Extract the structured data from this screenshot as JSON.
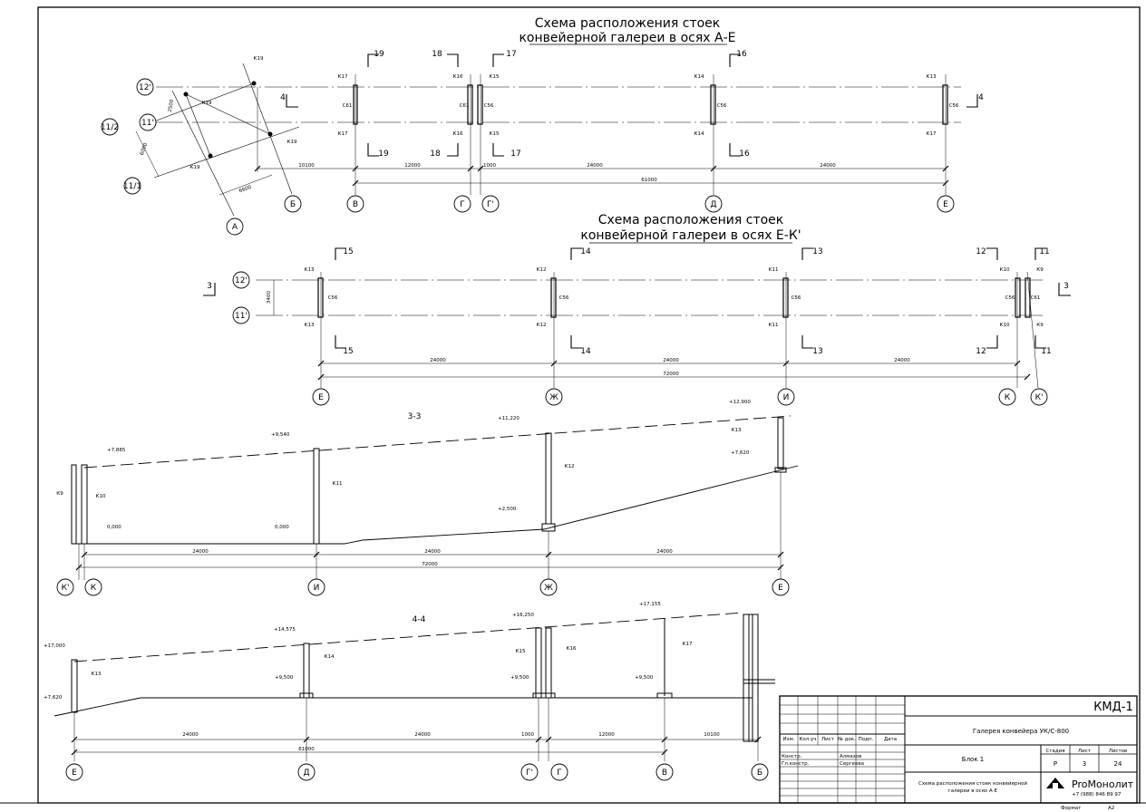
{
  "plan1": {
    "title_line1": "Схема расположения стоек",
    "title_line2": "конвейерной галереи в осях А-Е",
    "row_labels": [
      "12'",
      "11'",
      "11/2",
      "11/1"
    ],
    "axis_labels": [
      "В",
      "Г",
      "Г'",
      "Д",
      "Е"
    ],
    "oblique_axes": [
      "А",
      "Б"
    ],
    "section_marks_top": [
      "19",
      "18",
      "17",
      "16"
    ],
    "section_marks_bottom": [
      "19",
      "18",
      "17",
      "16"
    ],
    "side_mark": "4",
    "col_tags_top": [
      "К17",
      "К16",
      "К15",
      "К14",
      "К13"
    ],
    "col_tags_bottom": [
      "К17",
      "К16",
      "К15",
      "К14",
      "К17"
    ],
    "beam_tags": [
      "С61",
      "С61",
      "С56",
      "С56",
      "С56"
    ],
    "oblique_tags": [
      "К19",
      "К19",
      "К19",
      "К19"
    ],
    "oblique_dims": [
      "2500",
      "6000",
      "6600"
    ],
    "dims": [
      "10100",
      "12000",
      "1000",
      "24000",
      "24000"
    ],
    "total": "61000"
  },
  "plan2": {
    "title_line1": "Схема расположения стоек",
    "title_line2": "конвейерной галереи в осях Е-К'",
    "row_labels": [
      "12'",
      "11'"
    ],
    "axis_labels": [
      "Е",
      "Ж",
      "И",
      "К",
      "К'"
    ],
    "section_marks_top": [
      "15",
      "14",
      "13",
      "12",
      "11"
    ],
    "section_marks_bottom": [
      "15",
      "14",
      "13",
      "12",
      "11"
    ],
    "side_mark": "3",
    "col_tags_top": [
      "К13",
      "К12",
      "К11",
      "К10",
      "К9"
    ],
    "col_tags_bottom": [
      "К13",
      "К12",
      "К11",
      "К10",
      "К9"
    ],
    "beam_tags": [
      "С56",
      "С56",
      "С56",
      "С56",
      "С61"
    ],
    "row_dim": "3400",
    "dims": [
      "24000",
      "24000",
      "24000"
    ],
    "total": "72000"
  },
  "sec33": {
    "title": "3-3",
    "elev_top": [
      "+7,885",
      "+9,540",
      "+11,220",
      "+12,900"
    ],
    "elev_low": [
      "0,000",
      "0,000",
      "+2,500",
      "+7,620"
    ],
    "col_tags": [
      "К9",
      "К10",
      "К11",
      "К12",
      "К13"
    ],
    "axis_labels": [
      "К'",
      "К",
      "И",
      "Ж",
      "Е"
    ],
    "dims": [
      "24000",
      "24000",
      "24000"
    ],
    "total": "72000"
  },
  "sec44": {
    "title": "4-4",
    "elev_top": [
      "+17,000",
      "+14,575",
      "+16,250",
      "+17,155"
    ],
    "elev_low": [
      "+7,620",
      "+9,500",
      "+9,500",
      "+9,500"
    ],
    "col_tags": [
      "К13",
      "К14",
      "К15",
      "К16",
      "К17"
    ],
    "axis_labels": [
      "Е",
      "Д",
      "Г'",
      "Г",
      "В",
      "Б"
    ],
    "dims": [
      "24000",
      "24000",
      "1000",
      "12000",
      "10100"
    ],
    "total": "61000"
  },
  "stamp": {
    "doc_code": "КМД-1",
    "project": "Галерея конвейера УК/С-800",
    "block": "Блок 1",
    "sheet_title": "Схема расположения стоек конвейерной галереи в осях А-Е",
    "hdr_cols": [
      "Изм.",
      "Кол.уч",
      "Лист",
      "№ док.",
      "Подп.",
      "Дата"
    ],
    "roles": [
      "Констр.",
      "Гл.констр."
    ],
    "names": [
      "Алмазов",
      "Сергеева"
    ],
    "stage_label": "Стадия",
    "sheet_label": "Лист",
    "sheets_label": "Листов",
    "stage": "Р",
    "sheet": "3",
    "sheets": "24",
    "company": "ProМонолит",
    "phone": "+7 (988) 846 89 97",
    "format_label": "Формат",
    "format": "А2"
  }
}
